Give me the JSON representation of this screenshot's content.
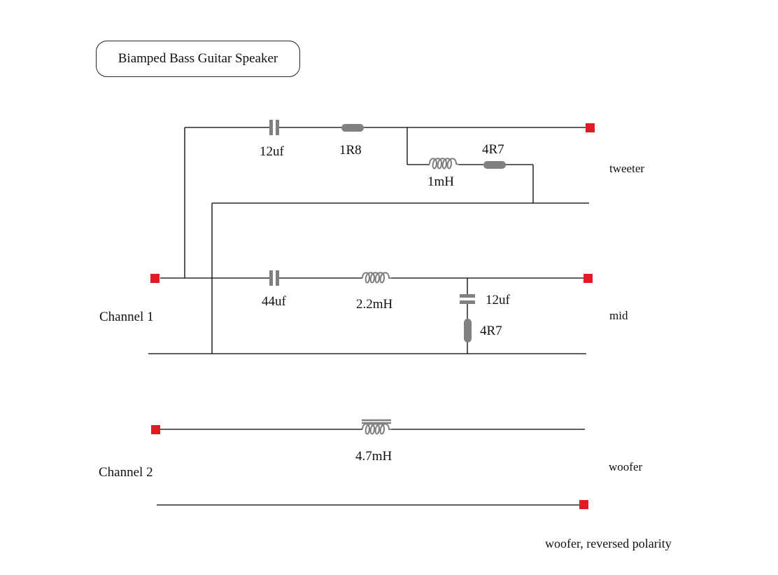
{
  "title": "Biamped Bass Guitar Speaker",
  "colors": {
    "wire": "#000000",
    "component": "#808080",
    "terminal": "#e01b24"
  },
  "components": {
    "tweeter_cap": "12uf",
    "tweeter_res": "1R8",
    "tweeter_inductor": "1mH",
    "tweeter_shunt_res": "4R7",
    "mid_cap": "44uf",
    "mid_inductor": "2.2mH",
    "mid_shunt_cap": "12uf",
    "mid_shunt_res": "4R7",
    "woofer_inductor": "4.7mH"
  },
  "outputs": {
    "tweeter": "tweeter",
    "mid": "mid",
    "woofer": "woofer",
    "woofer_reversed": "woofer, reversed polarity"
  },
  "channels": {
    "ch1": "Channel 1",
    "ch2": "Channel 2"
  },
  "icons": {
    "capacitor": "capacitor-symbol",
    "resistor": "resistor-symbol",
    "inductor": "coil-symbol",
    "iron_core_inductor": "iron-core-coil-symbol",
    "terminal": "red-square-terminal"
  }
}
